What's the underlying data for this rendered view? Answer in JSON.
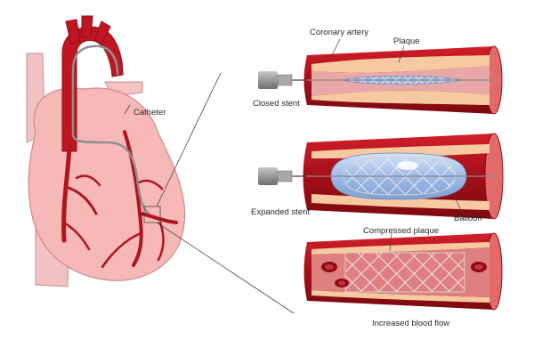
{
  "labels": {
    "catheter": "Catheter",
    "coronary_artery": "Coronary artery",
    "plaque": "Plaque",
    "closed_stent": "Closed stent",
    "expanded_stent": "Expanded stent",
    "balloon": "Balloon",
    "compressed_plaque": "Compressed plaque",
    "increased_blood_flow": "Increased blood flow"
  },
  "colors": {
    "heart": "#f6b3b3",
    "heart_outline": "#c98c8c",
    "aorta": "#c01622",
    "artery_wall": "#b3141e",
    "plaque": "#f7c9a0",
    "lumen": "#e9a6a6",
    "balloon": "#a9c4ec",
    "stent": "#e5e5e5",
    "catheter": "#8f8f8f"
  }
}
